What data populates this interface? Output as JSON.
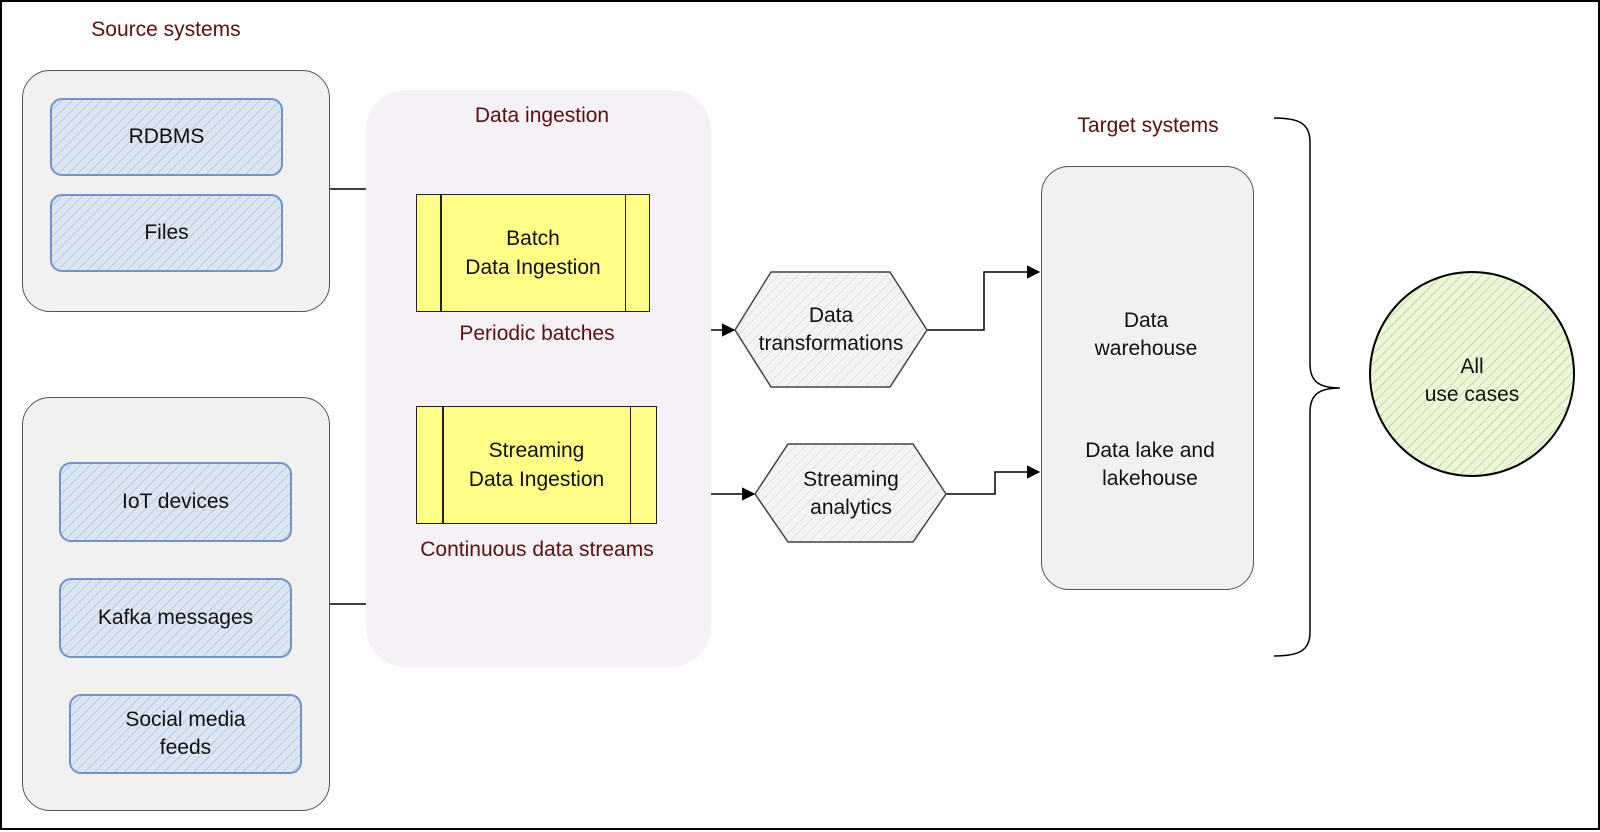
{
  "source_systems": {
    "title": "Source systems",
    "batch_sources": [
      "RDBMS",
      "Files"
    ],
    "stream_sources": [
      "IoT devices",
      "Kafka messages",
      [
        "Social media",
        "feeds"
      ]
    ]
  },
  "data_ingestion": {
    "title": "Data ingestion",
    "batch": {
      "lines": [
        "Batch",
        "Data Ingestion"
      ],
      "caption": "Periodic batches"
    },
    "streaming": {
      "lines": [
        "Streaming",
        "Data Ingestion"
      ],
      "caption": "Continuous data streams"
    }
  },
  "processing": {
    "transformations": [
      "Data",
      "transformations"
    ],
    "streaming_analytics": [
      "Streaming",
      "analytics"
    ]
  },
  "target_systems": {
    "title": "Target systems",
    "warehouse": [
      "Data",
      "warehouse"
    ],
    "lake": [
      "Data lake and",
      "lakehouse"
    ]
  },
  "consumers": {
    "label": [
      "All",
      "use cases"
    ]
  },
  "colors": {
    "section_label": "#5a1010",
    "source_fill": "#dbe6f2",
    "source_stroke": "#7193c9",
    "ingestion_fill": "#ffff88",
    "ingestion_bg": "#f6f1f7",
    "group_bg": "#f1f1f1",
    "storage_stroke": "#d6b656",
    "storage_fill": "#f7f2dc",
    "circle_fill": "#d5ecb0"
  }
}
